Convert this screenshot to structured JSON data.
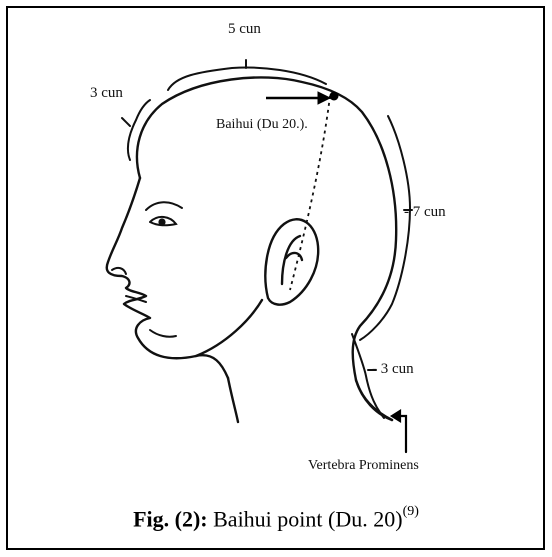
{
  "figure": {
    "labels": {
      "five_cun": "5 cun",
      "three_cun_top": "3 cun",
      "baihui": "Baihui (Du 20.).",
      "seven_cun": "- 7 cun",
      "three_cun_neck": "- 3 cun",
      "vertebra": "Vertebra Prominens"
    },
    "caption": {
      "prefix": "Fig. (2):",
      "text": " Baihui point (Du. 20)",
      "ref": "(9)"
    },
    "colors": {
      "ink": "#111111",
      "border": "#000000",
      "background": "#ffffff"
    }
  }
}
